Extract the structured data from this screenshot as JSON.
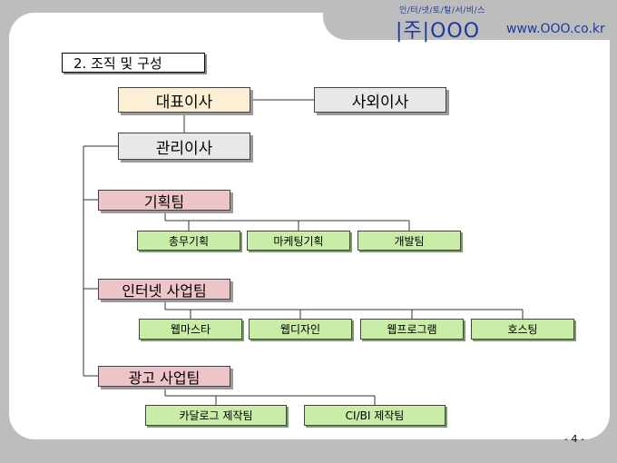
{
  "header": {
    "tagline": "인/터/넷/토/탈/서/비/스",
    "logo": "|주|OOO",
    "url": "www.OOO.co.kr"
  },
  "section_title": "2. 조직 및 구성",
  "org": {
    "ceo": "대표이사",
    "outside_director": "사외이사",
    "managing_director": "관리이사",
    "departments": [
      {
        "name": "기획팀",
        "teams": [
          "총무기획",
          "마케팅기획",
          "개발팀"
        ]
      },
      {
        "name": "인터넷 사업팀",
        "teams": [
          "웹마스타",
          "웹디자인",
          "웹프로그램",
          "호스팅"
        ]
      },
      {
        "name": "광고 사업팀",
        "teams": [
          "카달로그 제작팀",
          "CI/BI 제작팀"
        ]
      }
    ]
  },
  "page_number": "- 4 -"
}
